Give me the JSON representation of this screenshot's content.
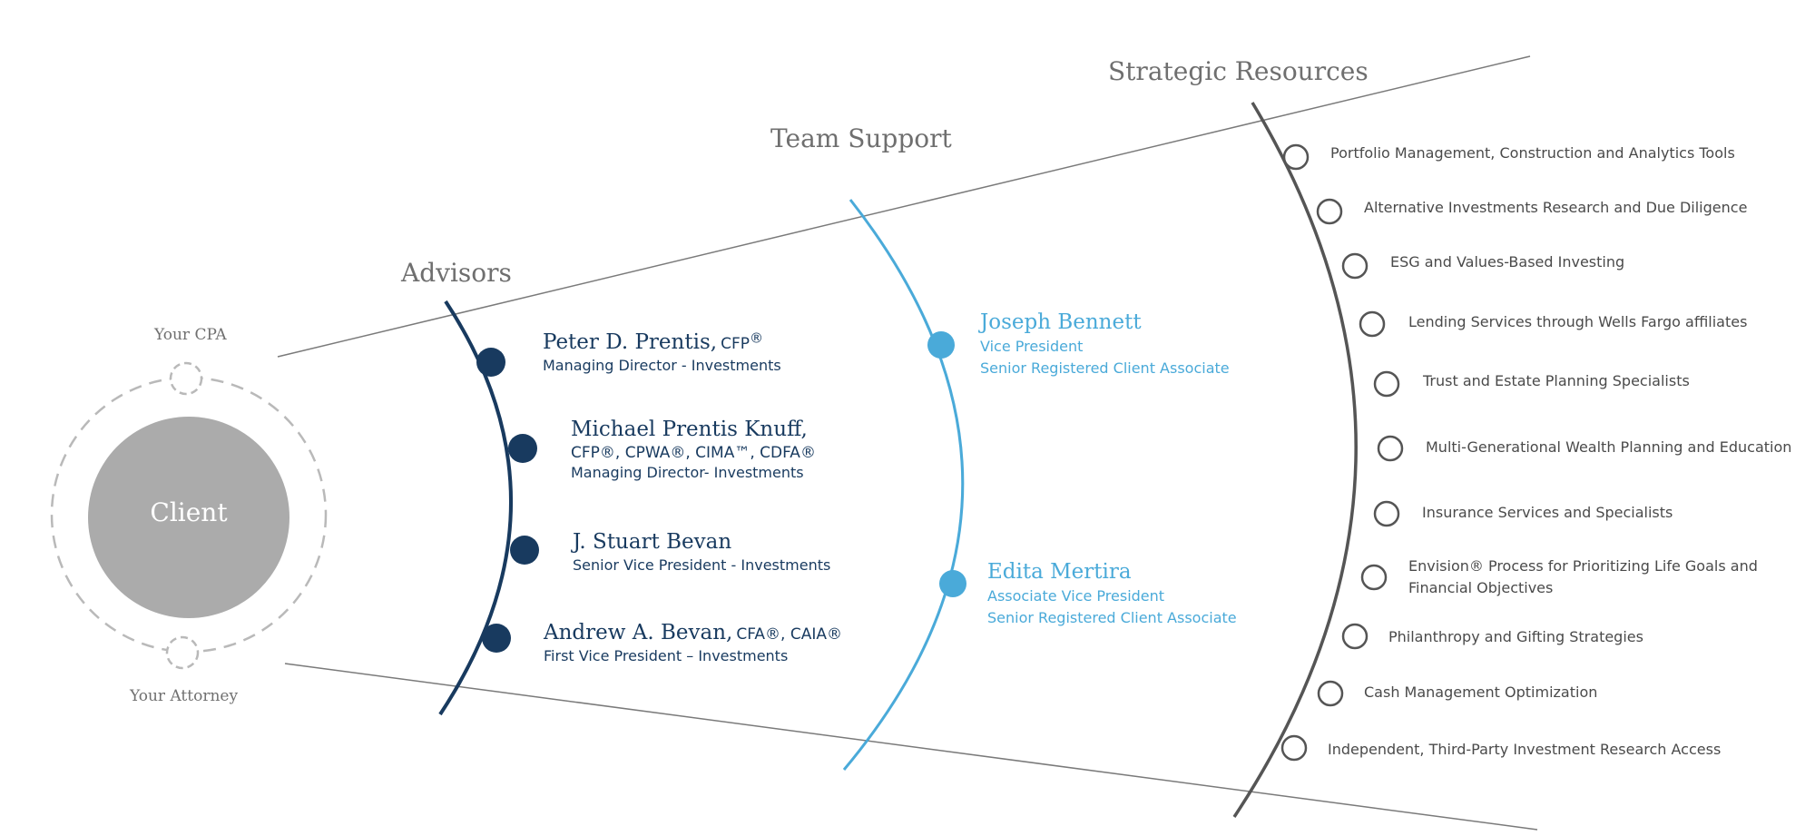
{
  "headings": {
    "advisors": "Advisors",
    "team_support": "Team Support",
    "strategic_resources": "Strategic Resources"
  },
  "client": {
    "label": "Client",
    "cpa": "Your CPA",
    "attorney": "Your Attorney"
  },
  "advisors": [
    {
      "name": "Peter D. Prentis,",
      "cred": "CFP",
      "cred_mark": "®",
      "role": "Managing Director - Investments"
    },
    {
      "name": "Michael Prentis Knuff,",
      "cred_line": "CFP®, CPWA®, CIMA™, CDFA®",
      "role": "Managing Director- Investments"
    },
    {
      "name": "J. Stuart Bevan",
      "role": "Senior Vice President - Investments"
    },
    {
      "name": "Andrew A. Bevan,",
      "cred": "CFA®, CAIA®",
      "role": "First Vice President – Investments"
    }
  ],
  "team_support": [
    {
      "name": "Joseph Bennett",
      "title": "Vice President",
      "role": "Senior Registered Client Associate"
    },
    {
      "name": "Edita Mertira",
      "title": "Associate Vice President",
      "role": "Senior Registered Client Associate"
    }
  ],
  "strategic_resources": [
    {
      "text": "Portfolio Management, Construction and Analytics Tools"
    },
    {
      "text": "Alternative Investments Research and Due Diligence"
    },
    {
      "text": "ESG and Values-Based Investing"
    },
    {
      "text": "Lending Services through Wells Fargo affiliates"
    },
    {
      "text": "Trust and Estate Planning Specialists"
    },
    {
      "text": "Multi-Generational Wealth Planning and Education"
    },
    {
      "text": "Insurance Services and Specialists"
    },
    {
      "text": "Envision® Process for Prioritizing Life Goals and",
      "text2": "Financial Objectives"
    },
    {
      "text": "Philanthropy and Gifting Strategies"
    },
    {
      "text": "Cash Management Optimization"
    },
    {
      "text": "Independent, Third-Party Investment Research Access"
    }
  ],
  "colors": {
    "advisor": "#183a5f",
    "team_support": "#4aaad9",
    "resource_line": "#555555",
    "client": "#ababab",
    "dashed": "#b9b9b9",
    "funnel": "#7a7a7a"
  }
}
